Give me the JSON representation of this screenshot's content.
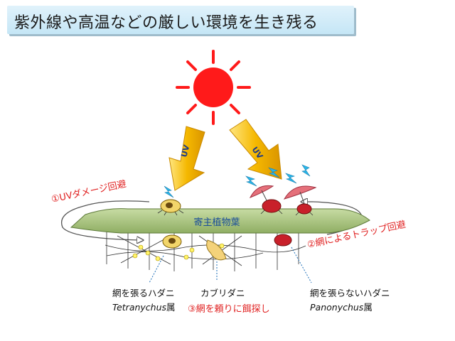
{
  "title": "紫外線や高温などの厳しい環境を生き残る",
  "uv_label": "UV",
  "leaf_label": "寄主植物葉",
  "annotations": {
    "uv_avoid": "①UVダメージ回避",
    "trap_avoid": "②網によるトラップ回避",
    "web_search": "③網を頼りに餌探し"
  },
  "species": {
    "tetranychus": {
      "name": "網を張るハダニ",
      "genus": "Tetranychus",
      "suffix": "属"
    },
    "predator": {
      "name": "カブリダニ"
    },
    "panonychus": {
      "name": "網を張らないハダニ",
      "genus": "Panonychus",
      "suffix": "属"
    }
  },
  "colors": {
    "sun": "#ff1a1a",
    "uv_arrow": "#f5b800",
    "leaf": "#a9c47f",
    "annotation": "#e02020",
    "title_bg": "#cfeaf7",
    "lightning": "#29b6e8"
  }
}
